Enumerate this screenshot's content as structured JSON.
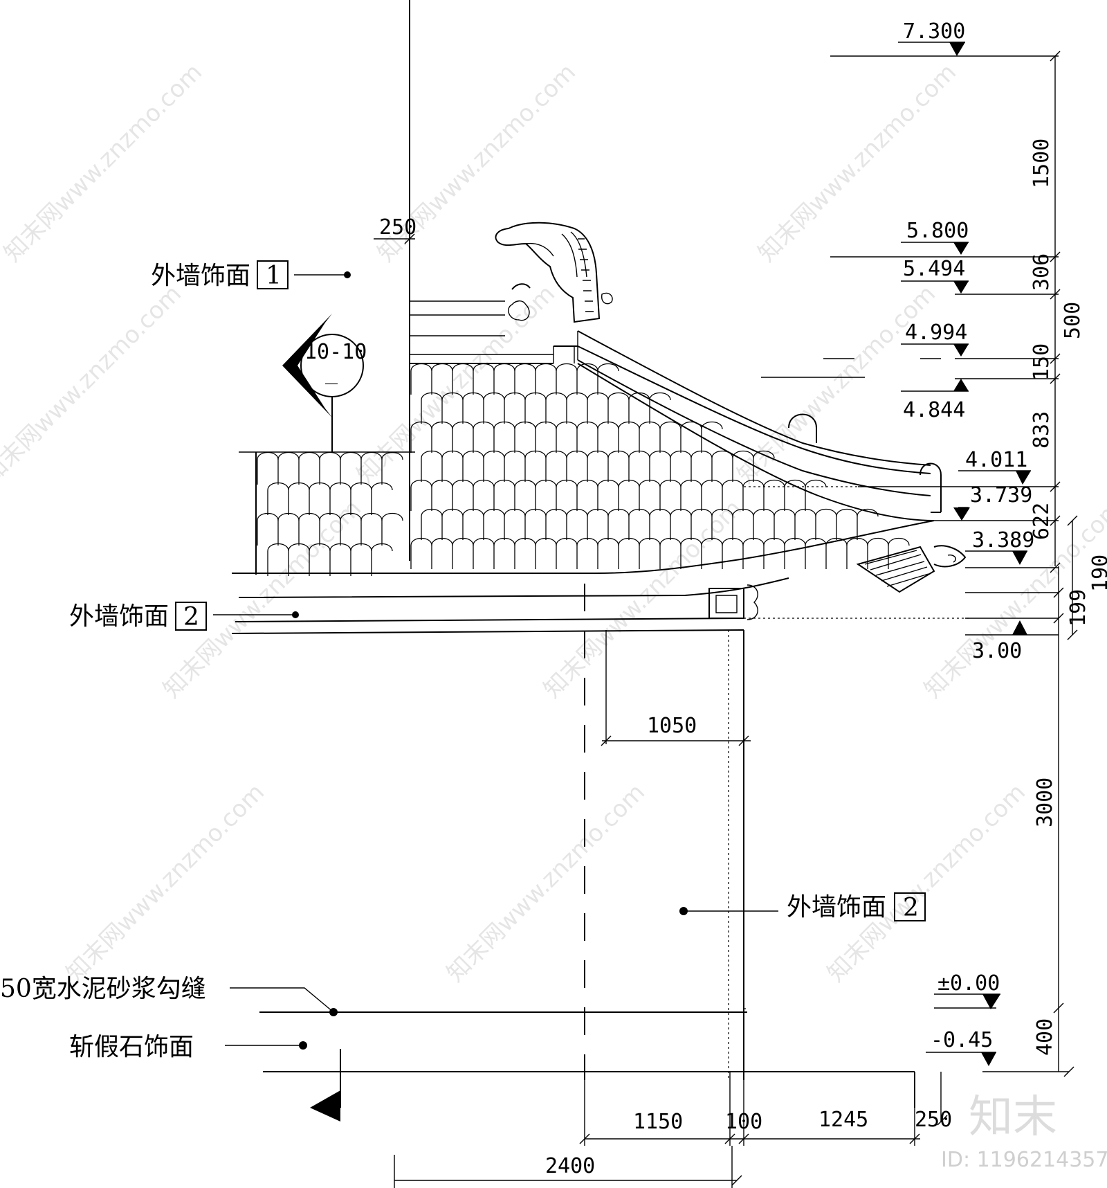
{
  "drawing": {
    "labels": {
      "wall_finish_1": "外墙饰面",
      "wall_finish_1_tag": "1",
      "wall_finish_2_left": "外墙饰面",
      "wall_finish_2_left_tag": "2",
      "wall_finish_2_right": "外墙饰面",
      "wall_finish_2_right_tag": "2",
      "joint": "50宽水泥砂浆勾缝",
      "stone": "斩假石饰面",
      "section": "10-10",
      "section_sub": "_"
    },
    "elevations": [
      "7.300",
      "5.800",
      "5.494",
      "4.994",
      "4.844",
      "4.011",
      "3.739",
      "3.389",
      "3.00",
      "±0.00",
      "-0.45"
    ],
    "vertical_dims": [
      "1500",
      "306",
      "500",
      "150",
      "833",
      "622",
      "190",
      "199",
      "3000",
      "400"
    ],
    "horizontal_dims": {
      "top_250": "250",
      "d1050": "1050",
      "d1150": "1150",
      "d100": "100",
      "d1245": "1245",
      "d250": "250",
      "d2400": "2400"
    },
    "watermark": "知末网www.znzmo.com",
    "logo": "知末",
    "id_text": "ID: 1196214357"
  }
}
